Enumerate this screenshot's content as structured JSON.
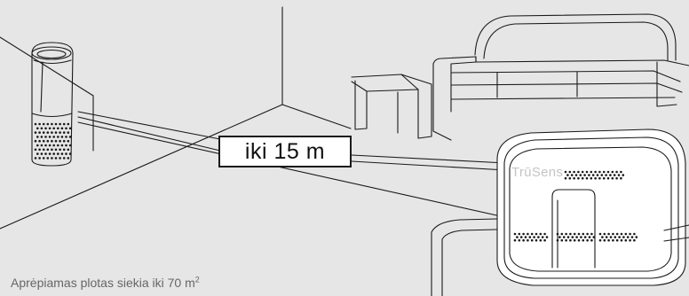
{
  "range_label": "iki 15 m",
  "coverage": {
    "text": "Aprėpiamas plotas siekia iki 70 m",
    "superscript": "2"
  },
  "brand_text": "TrūSens",
  "colors": {
    "background": "#e6e6e6",
    "line": "#1a1a1a",
    "label_box": "#ffffff",
    "caption_text": "#666666"
  }
}
